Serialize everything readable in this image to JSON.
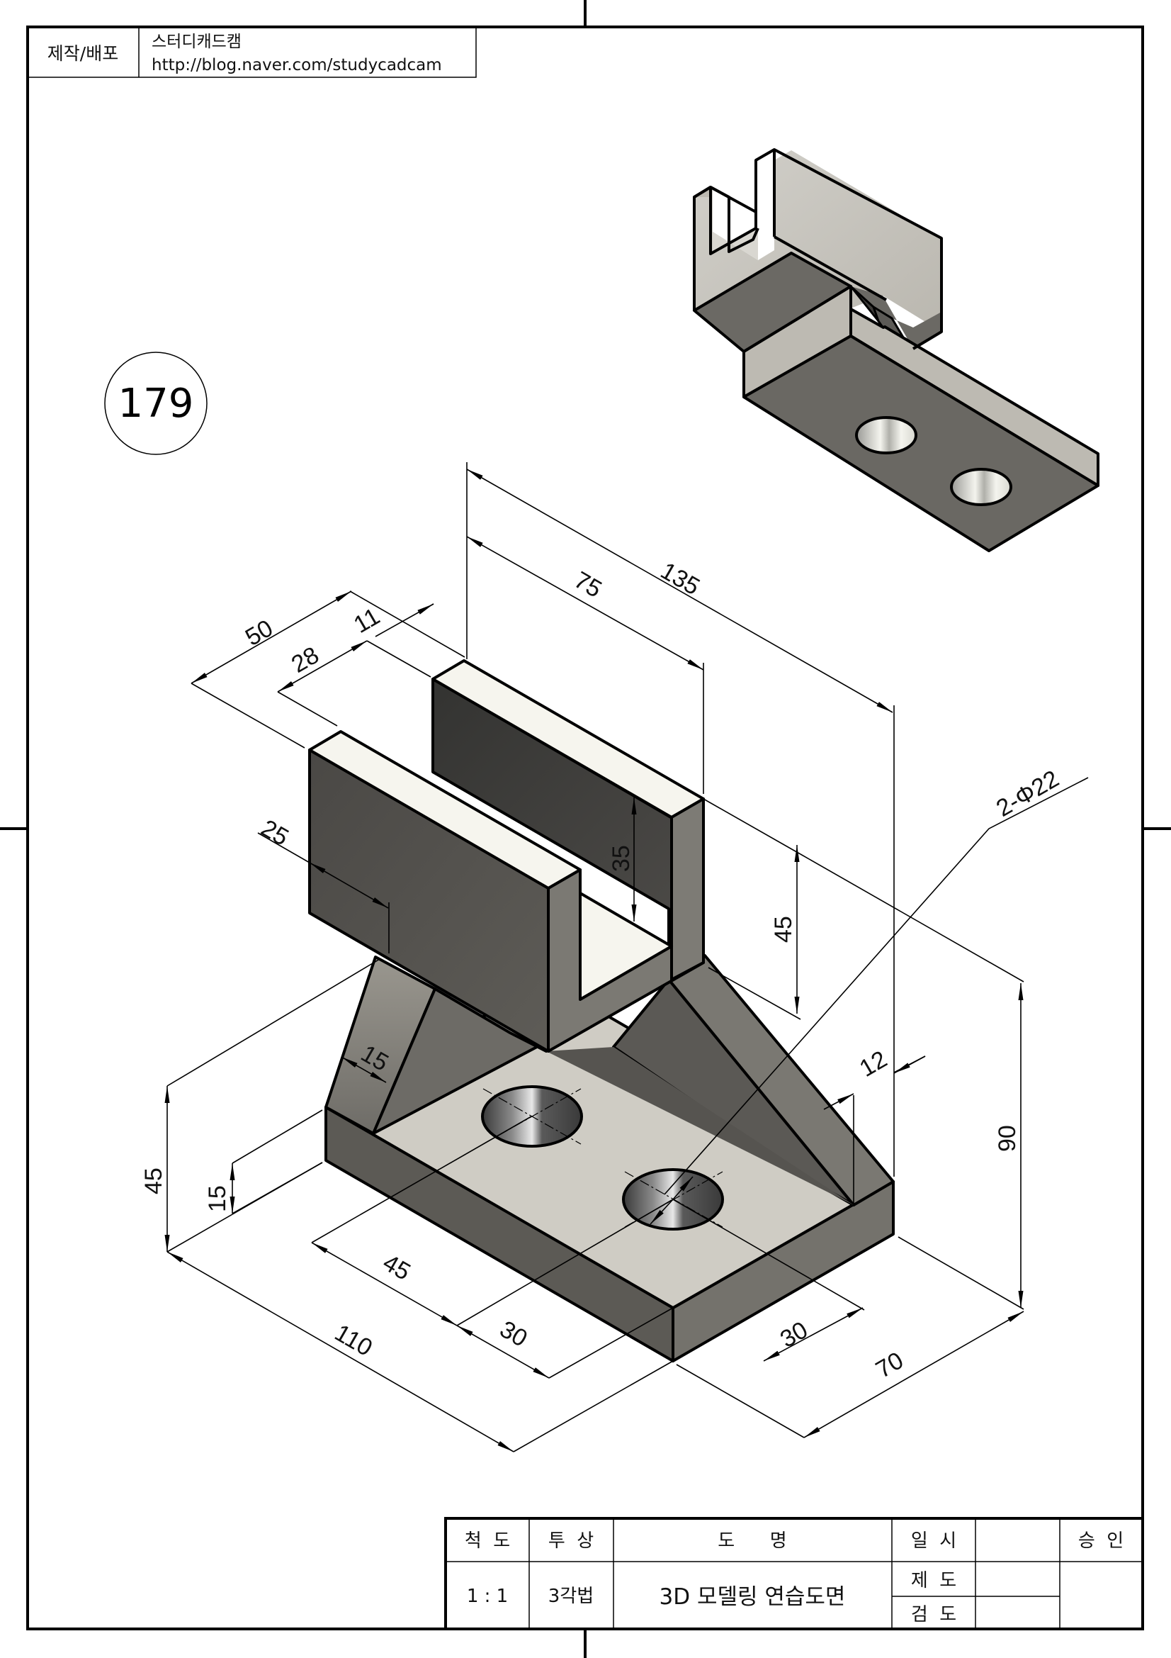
{
  "header": {
    "label": "제작/배포",
    "author": "스터디캐드캠",
    "url": "http://blog.naver.com/studycadcam"
  },
  "drawing_number": "179",
  "dimensions": {
    "d135": "135",
    "d75": "75",
    "d50": "50",
    "d28": "28",
    "d11": "11",
    "d25": "25",
    "d35": "35",
    "d45_right": "45",
    "hole_note": "2-Φ22",
    "d12": "12",
    "d90": "90",
    "d15_rib": "15",
    "d45_left": "45",
    "d15_base": "15",
    "d45_base": "45",
    "d30_left": "30",
    "d30_right": "30",
    "d110": "110",
    "d70": "70"
  },
  "title_block": {
    "scale_label": "척  도",
    "projection_label": "투  상",
    "name_label": "도      명",
    "date_label": "일  시",
    "approval_label": "승  인",
    "scale_value": "1 : 1",
    "projection_value": "3각법",
    "drawing_name": "3D 모델링 연습도면",
    "drafted_label": "제  도",
    "checked_label": "검  도",
    "date_value": "",
    "drafted_value": "",
    "checked_value": "",
    "approval_value": ""
  },
  "colors": {
    "dark_face": "#55534e",
    "mid_face": "#7a7872",
    "light_face": "#cfccc4",
    "top_face": "#f6f5ee",
    "small_view_light": "#bdbab2",
    "small_view_dark": "#6a6863"
  }
}
